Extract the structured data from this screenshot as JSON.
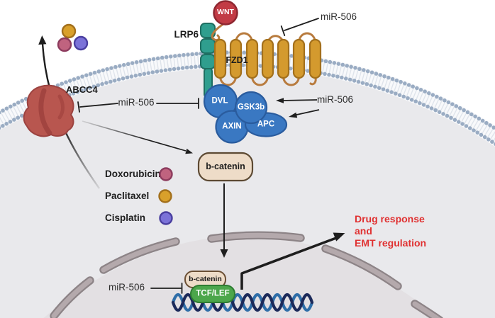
{
  "diagram": {
    "title_labels": {
      "wnt": "WNT",
      "lrp6": "LRP6",
      "fzd1": "FZD1",
      "abcc4": "ABCC4",
      "mir506": "miR-506",
      "b_catenin": "b-catenin",
      "tcf_lef": "TCF/LEF"
    },
    "complex": {
      "dvl": "DVL",
      "gsk3b": "GSK3b",
      "axin": "AXIN",
      "apc": "APC"
    },
    "legend": {
      "items": [
        {
          "name": "Doxorubicin",
          "color": "#c0637f"
        },
        {
          "name": "Paclitaxel",
          "color": "#d9a02b"
        },
        {
          "name": "Cisplatin",
          "color": "#7b72d8"
        }
      ]
    },
    "outcome": {
      "line1": "Drug response",
      "line2": "and",
      "line3": "EMT regulation",
      "color": "#e03131"
    },
    "colors": {
      "wnt_red": "#c23b45",
      "receptor_teal": "#2f9e8e",
      "receptor_gold": "#d49a2e",
      "complex_blue": "#3a78c2",
      "b_catenin_beige": "#eedcc8",
      "tcf_green": "#4ca64b",
      "transporter_red": "#b8564f",
      "dna_blue": "#2f6ea8",
      "dna_navy": "#1c2a5a",
      "cytoplasm": "#e9e9ec",
      "nucleus": "#e3e0e3",
      "membrane_dots": "#9aacc3"
    }
  }
}
